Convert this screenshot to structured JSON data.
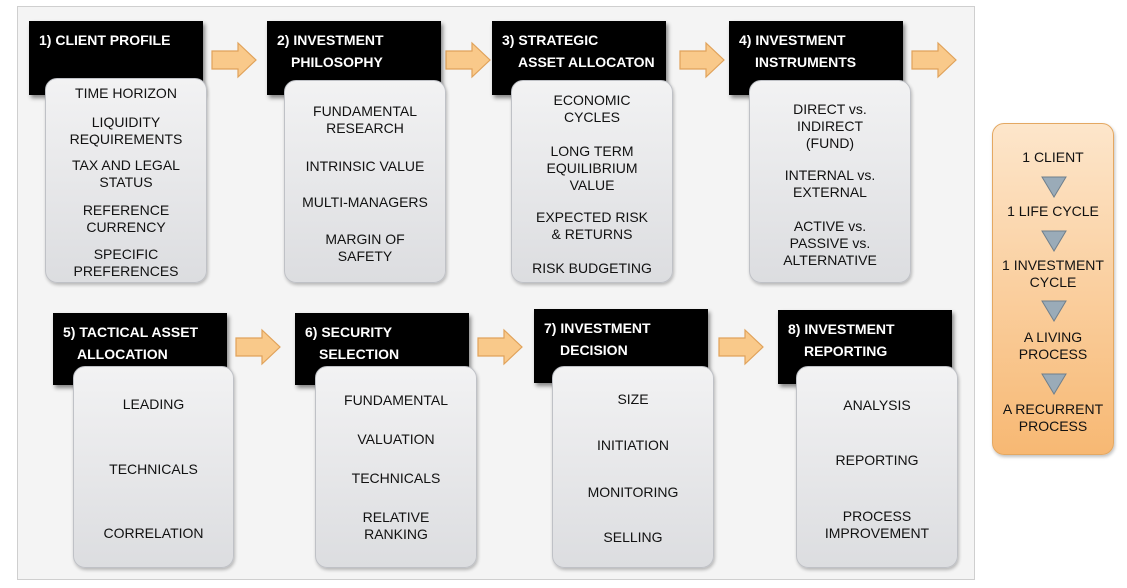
{
  "steps": [
    {
      "title1": "1) CLIENT PROFILE",
      "title2": "",
      "items": [
        "TIME HORIZON",
        "LIQUIDITY\nREQUIREMENTS",
        "TAX AND LEGAL\nSTATUS",
        "REFERENCE\nCURRENCY",
        "SPECIFIC\nPREFERENCES"
      ]
    },
    {
      "title1": "2) INVESTMENT",
      "title2": "PHILOSOPHY",
      "items": [
        "FUNDAMENTAL\nRESEARCH",
        "INTRINSIC VALUE",
        "MULTI-MANAGERS",
        "MARGIN OF\nSAFETY"
      ]
    },
    {
      "title1": "3) STRATEGIC",
      "title2": "ASSET ALLOCATON",
      "items": [
        "ECONOMIC\nCYCLES",
        "LONG TERM\nEQUILIBRIUM\nVALUE",
        "EXPECTED RISK\n& RETURNS",
        "RISK BUDGETING"
      ]
    },
    {
      "title1": "4) INVESTMENT",
      "title2": "INSTRUMENTS",
      "items": [
        "DIRECT vs.\nINDIRECT\n(FUND)",
        "INTERNAL vs.\nEXTERNAL",
        "ACTIVE vs.\nPASSIVE vs.\nALTERNATIVE"
      ]
    },
    {
      "title1": "5) TACTICAL ASSET",
      "title2": "ALLOCATION",
      "items": [
        "LEADING",
        "TECHNICALS",
        "CORRELATION"
      ]
    },
    {
      "title1": "6) SECURITY",
      "title2": "SELECTION",
      "items": [
        "FUNDAMENTAL",
        "VALUATION",
        "TECHNICALS",
        "RELATIVE\nRANKING"
      ]
    },
    {
      "title1": "7) INVESTMENT",
      "title2": "DECISION",
      "items": [
        "SIZE",
        "INITIATION",
        "MONITORING",
        "SELLING"
      ]
    },
    {
      "title1": "8) INVESTMENT",
      "title2": "REPORTING",
      "items": [
        "ANALYSIS",
        "REPORTING",
        "PROCESS\nIMPROVEMENT"
      ]
    }
  ],
  "cycle": [
    "1 CLIENT",
    "1 LIFE CYCLE",
    "1 INVESTMENT\nCYCLE",
    "A LIVING\nPROCESS",
    "A RECURRENT\nPROCESS"
  ],
  "colors": {
    "header": "#000000",
    "arrow": "#f9c98a",
    "arrow_stroke": "#e0a25a",
    "cycle_fill": "#f9c990",
    "triangle": "#9aabb8"
  }
}
